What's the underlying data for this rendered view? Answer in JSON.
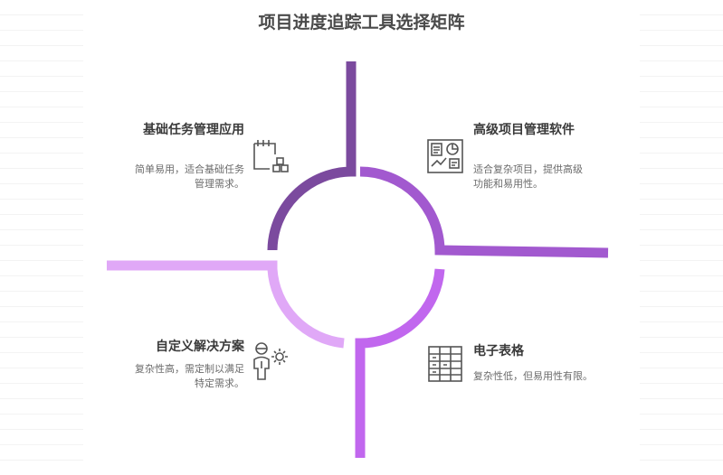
{
  "title": "项目进度追踪工具选择矩阵",
  "colors": {
    "top_left": "#7b4a9e",
    "top_right": "#a259cf",
    "bottom_right": "#c167ee",
    "bottom_left": "#e0a8f7",
    "icon_stroke": "#555555"
  },
  "quadrants": {
    "top_left": {
      "title": "基础任务管理应用",
      "desc": "简单易用，适合基础任务管理需求。",
      "icon": "calendar-blocks-icon"
    },
    "top_right": {
      "title": "高级项目管理软件",
      "desc": "适合复杂项目，提供高级功能和易用性。",
      "icon": "dashboard-chart-icon"
    },
    "bottom_left": {
      "title": "自定义解决方案",
      "desc": "复杂性高，需定制以满足特定需求。",
      "icon": "person-gear-icon"
    },
    "bottom_right": {
      "title": "电子表格",
      "desc": "复杂性低，但易用性有限。",
      "icon": "spreadsheet-icon"
    }
  }
}
